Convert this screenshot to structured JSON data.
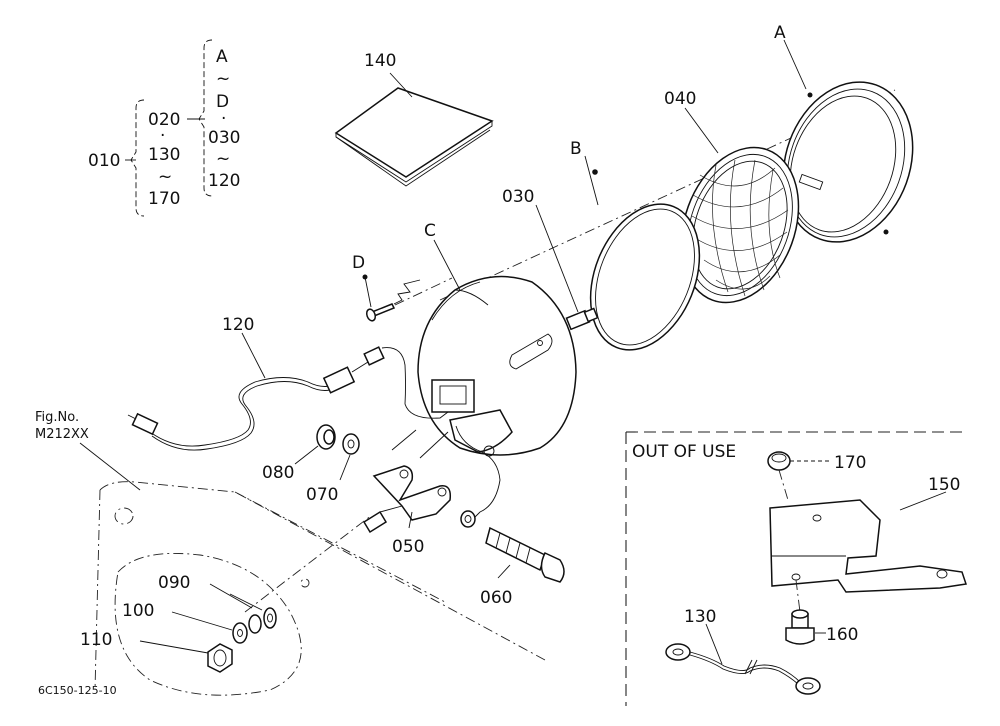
{
  "figure": {
    "fig_no_label": "Fig.No.",
    "fig_no_value": "M212XX",
    "drawing_code": "6C150-125-10",
    "out_of_use_label": "OUT OF USE"
  },
  "legend": {
    "main": "010",
    "group1": [
      "020",
      "·",
      "130",
      "~",
      "170"
    ],
    "group2": [
      "A",
      "~",
      "D",
      "·",
      "030",
      "~",
      "120"
    ]
  },
  "callouts": {
    "p140": "140",
    "pA": "A",
    "p040": "040",
    "pB": "B",
    "p030": "030",
    "pC": "C",
    "pD": "D",
    "p120": "120",
    "p080": "080",
    "p070": "070",
    "p050": "050",
    "p060": "060",
    "p090": "090",
    "p100": "100",
    "p110": "110",
    "p170": "170",
    "p150": "150",
    "p160": "160",
    "p130": "130"
  }
}
